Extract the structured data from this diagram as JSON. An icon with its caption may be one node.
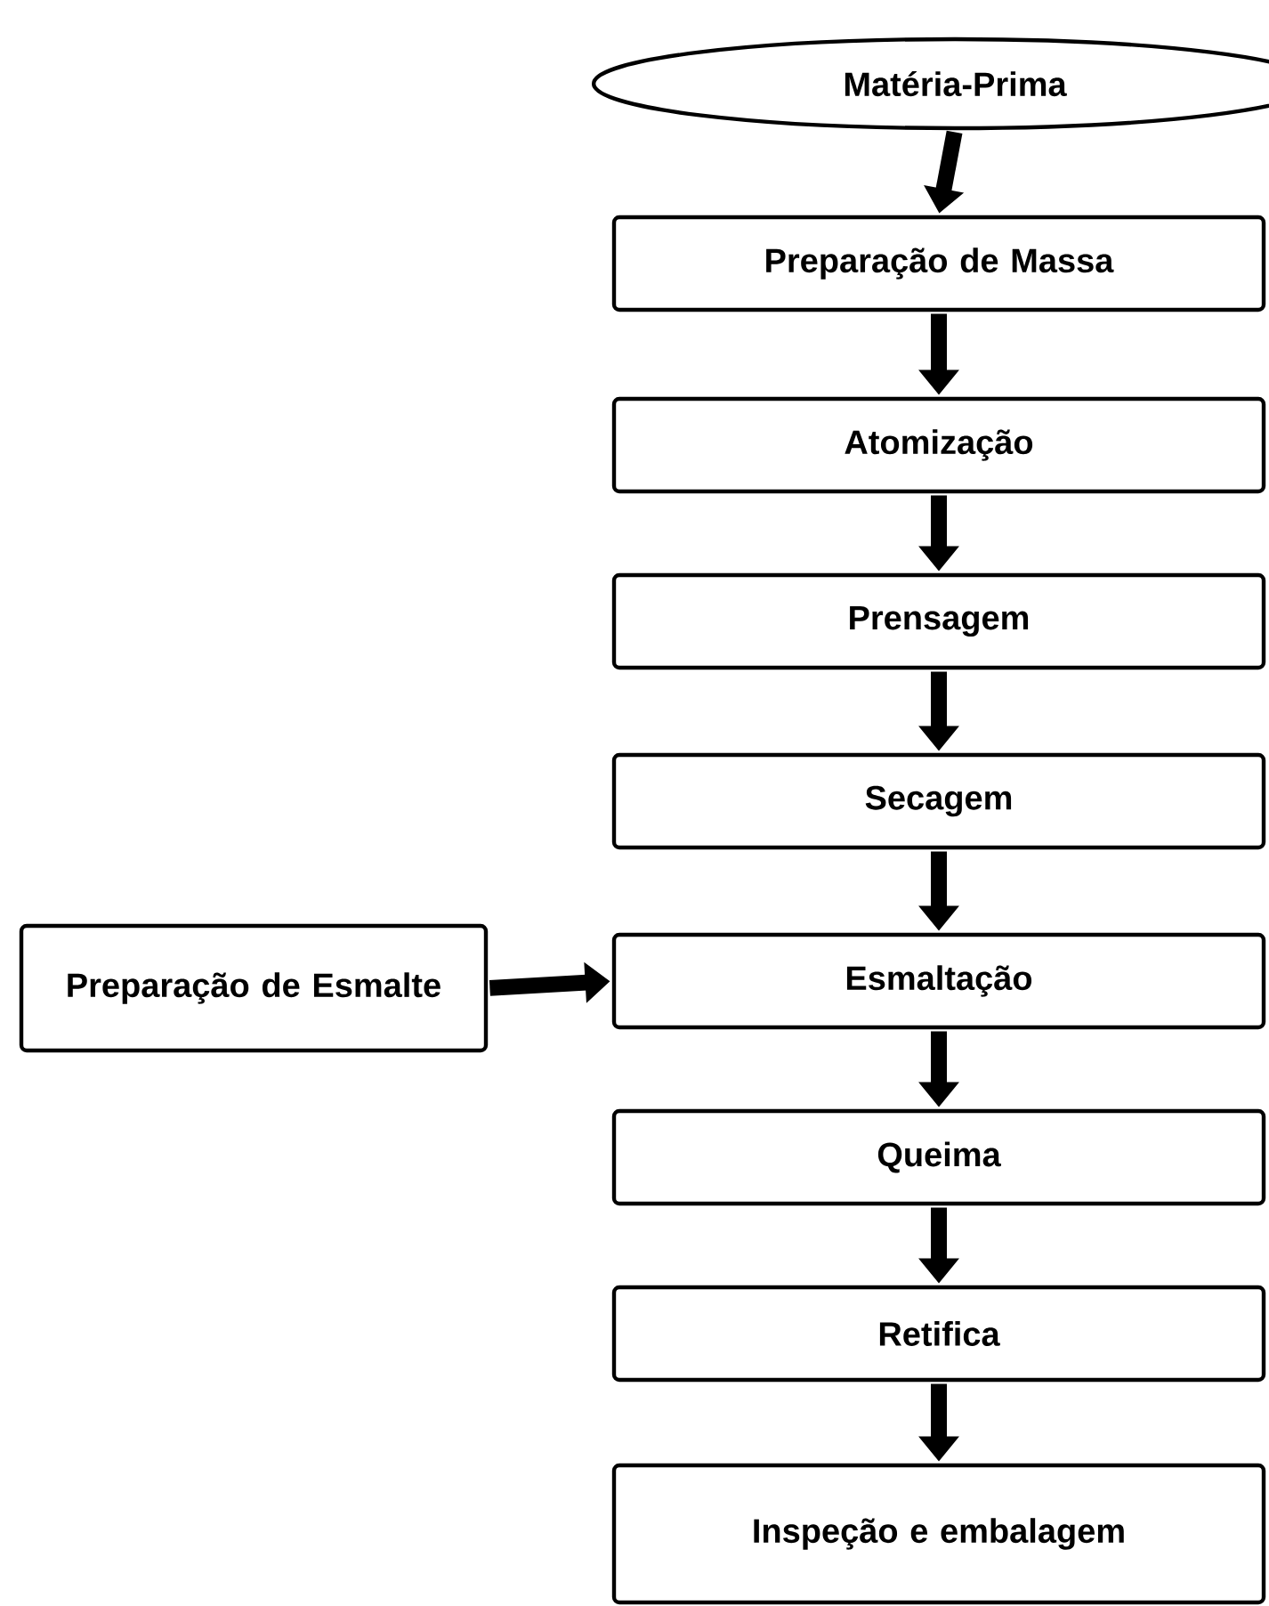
{
  "diagram": {
    "nodes": [
      {
        "text": [
          "Matéria-Prima"
        ]
      },
      {
        "text": [
          "Preparação de Massa"
        ]
      },
      {
        "text": [
          "Atomização"
        ]
      },
      {
        "text": [
          "Prensagem"
        ]
      },
      {
        "text": [
          "Secagem"
        ]
      },
      {
        "text": [
          "Esmaltação"
        ]
      },
      {
        "text": [
          "Queima"
        ]
      },
      {
        "text": [
          "Retifica"
        ]
      },
      {
        "text": [
          "Inspeção e embalagem"
        ]
      },
      {
        "text": [
          "Preparação de Esmalte"
        ]
      }
    ],
    "edges": [
      {
        "from": 0,
        "to": 1,
        "arrow": "to"
      },
      {
        "from": 1,
        "to": 2,
        "arrow": "to"
      },
      {
        "from": 2,
        "to": 3,
        "arrow": "to"
      },
      {
        "from": 3,
        "to": 4,
        "arrow": "to"
      },
      {
        "from": 4,
        "to": 5,
        "arrow": "to"
      },
      {
        "from": 5,
        "to": 6,
        "arrow": "to"
      },
      {
        "from": 6,
        "to": 7,
        "arrow": "to"
      },
      {
        "from": 7,
        "to": 8,
        "arrow": "to"
      },
      {
        "from": 9,
        "to": 5,
        "arrow": "to"
      }
    ]
  }
}
